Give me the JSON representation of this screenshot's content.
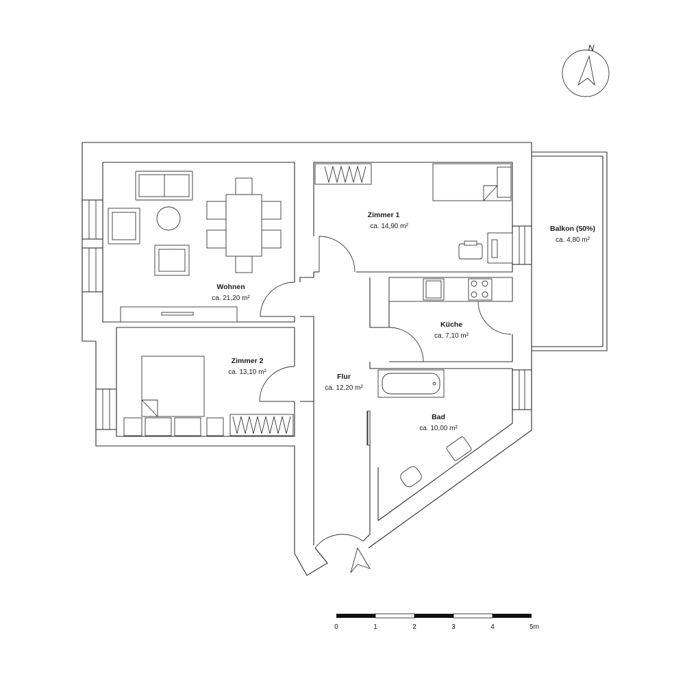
{
  "rooms": {
    "wohnen": {
      "name": "Wohnen",
      "area": "ca. 21,20 m²"
    },
    "zimmer1": {
      "name": "Zimmer 1",
      "area": "ca. 14,90 m²"
    },
    "balkon": {
      "name": "Balkon (50%)",
      "area": "ca. 4,80 m²"
    },
    "kueche": {
      "name": "Küche",
      "area": "ca. 7,10 m²"
    },
    "zimmer2": {
      "name": "Zimmer 2",
      "area": "ca. 13,10 m²"
    },
    "flur": {
      "name": "Flur",
      "area": "ca. 12,20 m²"
    },
    "bad": {
      "name": "Bad",
      "area": "ca. 10,00 m²"
    }
  },
  "compass": {
    "label": "N"
  },
  "scale_bar": {
    "labels": [
      "0",
      "1",
      "2",
      "3",
      "4",
      "5m"
    ]
  }
}
